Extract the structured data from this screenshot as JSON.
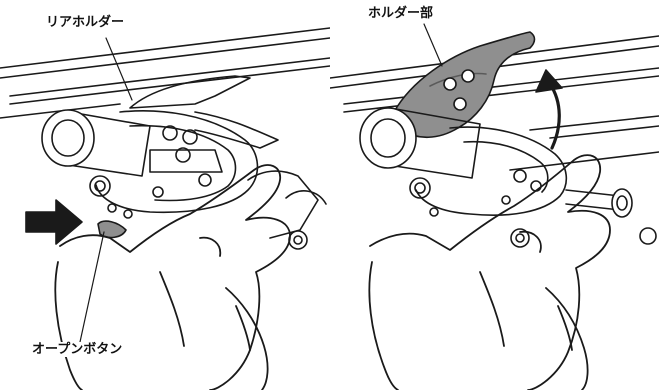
{
  "figure": {
    "left_panel": {
      "callout_rear_holder": "リアホルダー",
      "callout_open_button": "オープンボタン"
    },
    "right_panel": {
      "callout_holder_part": "ホルダー部"
    }
  },
  "colors": {
    "line": "#1a1a1a",
    "holder_fill": "#8f8f8f",
    "arrow": "#1a1a1a",
    "background": "#ffffff"
  }
}
